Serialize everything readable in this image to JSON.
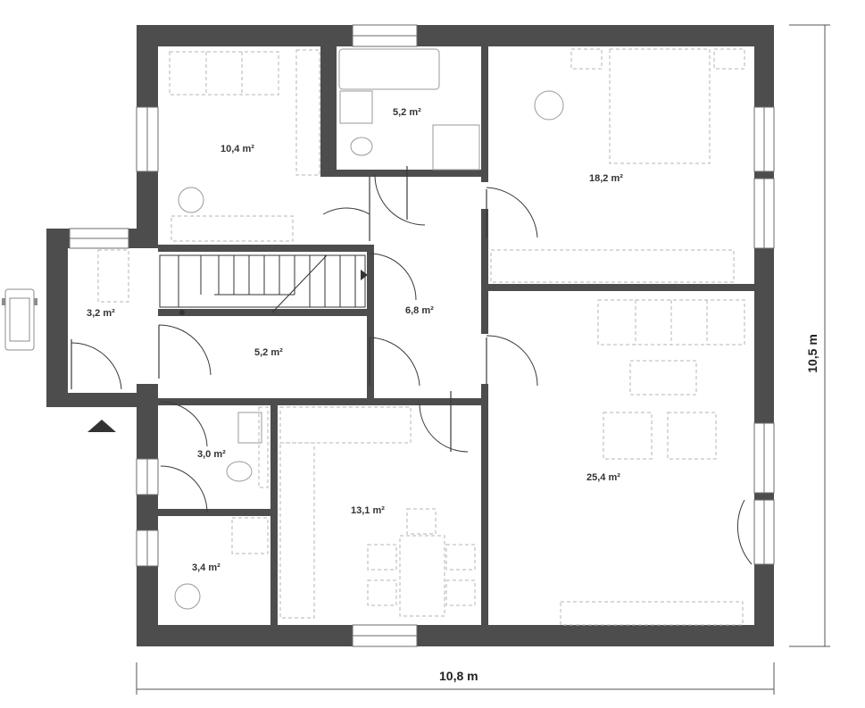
{
  "rooms": {
    "bedroom_small": "10,4 m²",
    "bathroom": "5,2 m²",
    "bedroom_large": "18,2 m²",
    "vestibule": "3,2 m²",
    "staircase_area": "6,8 m²",
    "hall": "5,2 m²",
    "wc": "3,0 m²",
    "utility": "3,4 m²",
    "kitchen": "13,1 m²",
    "living_room": "25,4 m²"
  },
  "dimensions": {
    "width": "10,8 m",
    "height": "10,5 m"
  },
  "icons": [
    "entrance-arrow-icon",
    "car-icon"
  ]
}
